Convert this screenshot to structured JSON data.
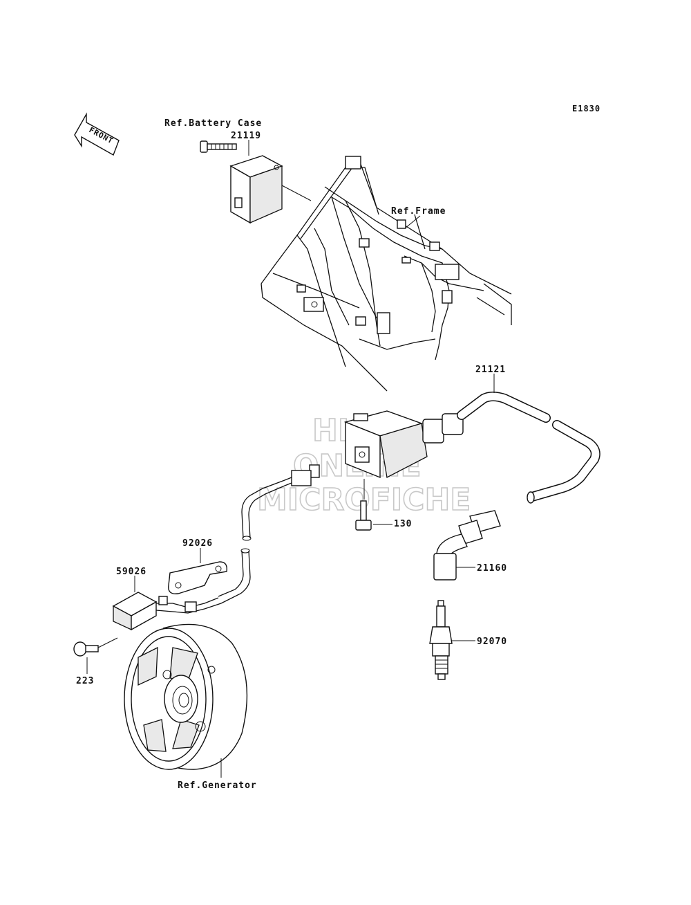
{
  "diagram_code": "E1830",
  "front_arrow": {
    "label": "FRONT",
    "icon": "front-direction-arrow-icon"
  },
  "watermark": {
    "line1": "HLSM",
    "line2": "ONLINE",
    "line3": "MICROFICHE"
  },
  "callouts": {
    "ref_battery_case": "Ref.Battery Case",
    "p21119": "21119",
    "ref_frame": "Ref.Frame",
    "p21121": "21121",
    "p130": "130",
    "p92026": "92026",
    "p59026": "59026",
    "p223": "223",
    "p21160": "21160",
    "p92070": "92070",
    "ref_generator": "Ref.Generator"
  }
}
